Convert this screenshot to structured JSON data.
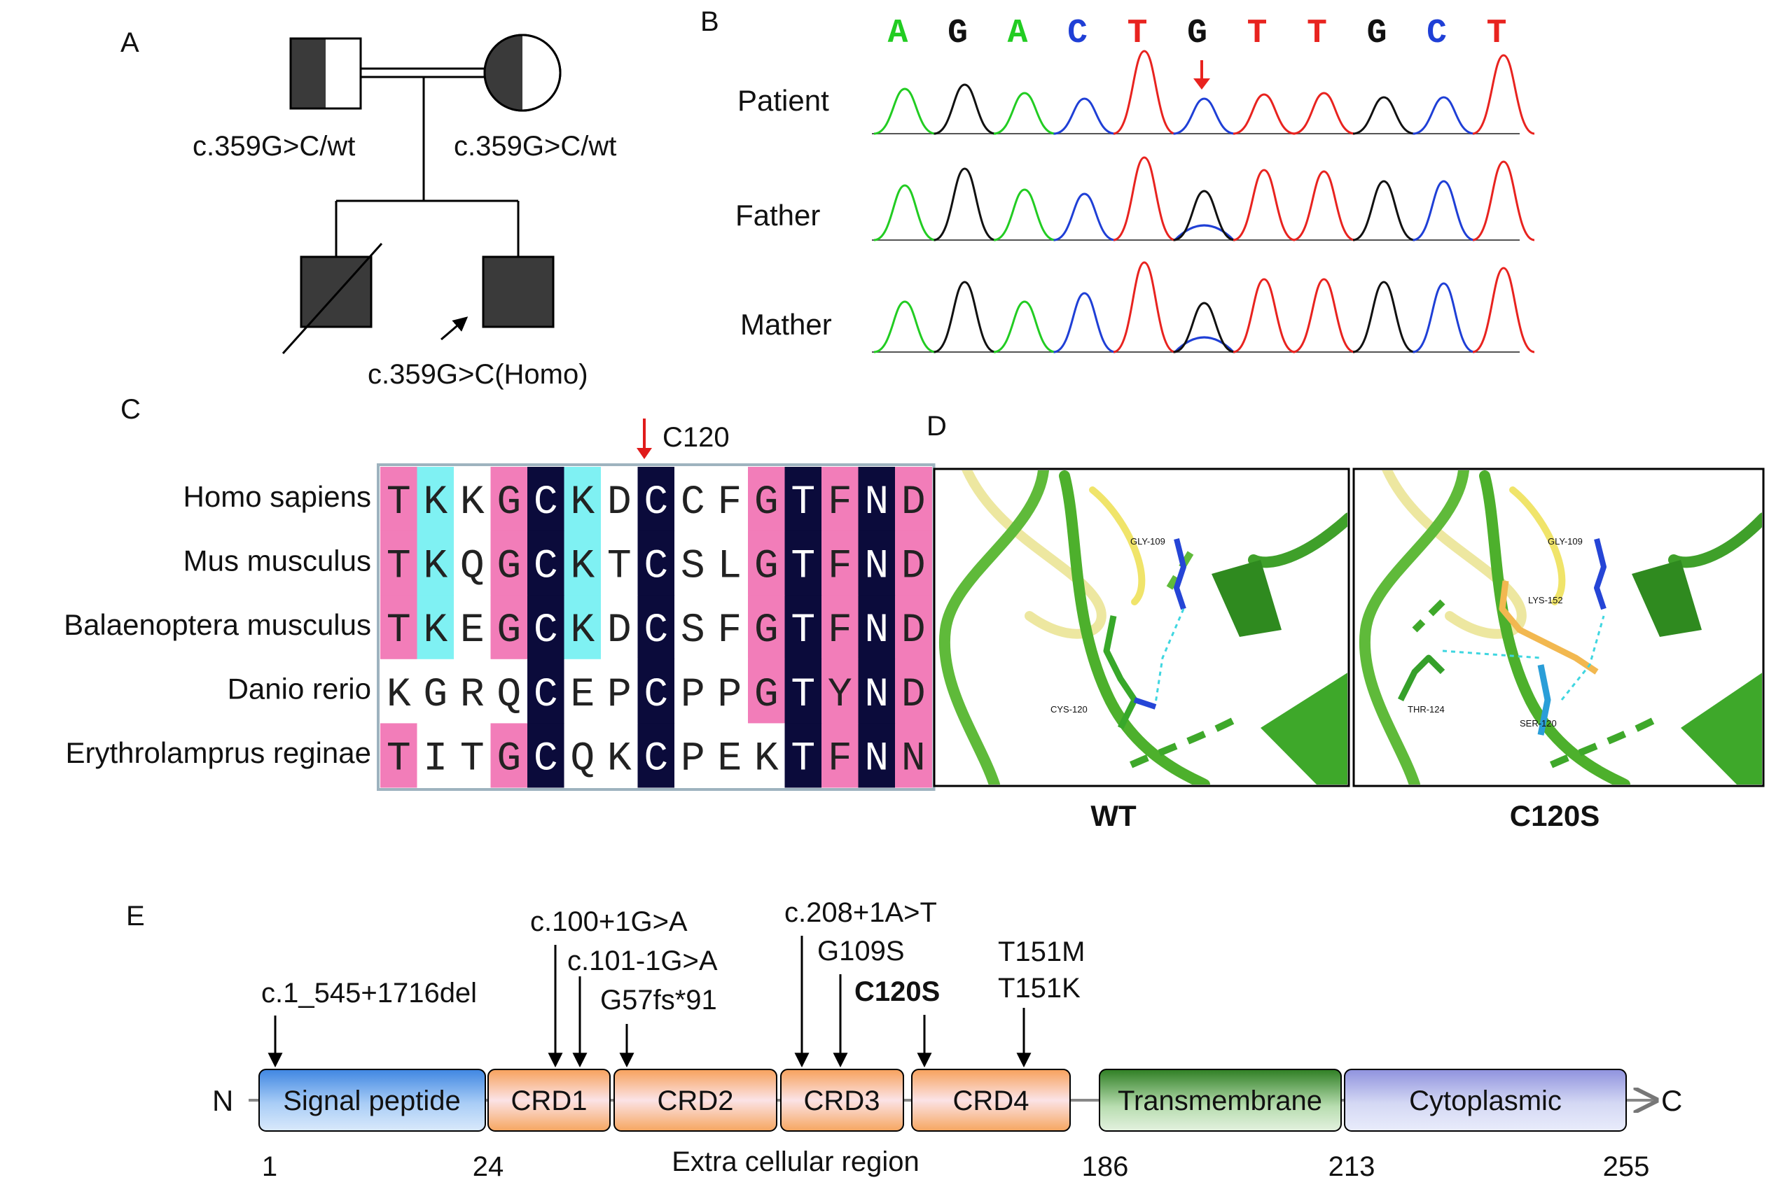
{
  "panel_labels": {
    "a": "A",
    "b": "B",
    "c": "C",
    "d": "D",
    "e": "E"
  },
  "pedigree": {
    "father_genotype": "c.359G>C/wt",
    "mother_genotype": "c.359G>C/wt",
    "proband_genotype": "c.359G>C(Homo)",
    "colors": {
      "filled": "#3a3a3a",
      "line": "#000000"
    }
  },
  "chromatogram": {
    "sequence": [
      {
        "base": "A",
        "color": "#22cc22"
      },
      {
        "base": "G",
        "color": "#111111"
      },
      {
        "base": "A",
        "color": "#22cc22"
      },
      {
        "base": "C",
        "color": "#1f3fd6"
      },
      {
        "base": "T",
        "color": "#e8231f"
      },
      {
        "base": "G",
        "color": "#111111"
      },
      {
        "base": "T",
        "color": "#e8231f"
      },
      {
        "base": "T",
        "color": "#e8231f"
      },
      {
        "base": "G",
        "color": "#111111"
      },
      {
        "base": "C",
        "color": "#1f3fd6"
      },
      {
        "base": "T",
        "color": "#e8231f"
      }
    ],
    "tracks": [
      {
        "label": "Patient",
        "variant": "homozygous"
      },
      {
        "label": "Father",
        "variant": "heterozygous"
      },
      {
        "label": "Mather",
        "variant": "heterozygous"
      }
    ],
    "arrow_color": "#e8231f"
  },
  "alignment": {
    "marker": "C120",
    "species": [
      {
        "name": "Homo sapiens",
        "seq": "TKKGCKDCCFGTFND"
      },
      {
        "name": "Mus musculus",
        "seq": "TKQGCKTCSLGTFND"
      },
      {
        "name": "Balaenoptera musculus",
        "seq": "TKEGCKDCSFGTFND"
      },
      {
        "name": "Danio rerio",
        "seq": "KGRQCEPCPPGTYND"
      },
      {
        "name": "Erythrolamprus reginae",
        "seq": "TITGCQKCPEKTFNN"
      }
    ],
    "column_colors": [
      "#f27db9",
      "#7ff1f3",
      "#ffffff",
      "#f27db9",
      "#0b0b3b",
      "#7ff1f3",
      "#ffffff",
      "#0b0b3b",
      "#ffffff",
      "#ffffff",
      "#f27db9",
      "#0b0b3b",
      "#f27db9",
      "#0b0b3b",
      "#f27db9"
    ],
    "colors": {
      "pink": "#f27db9",
      "cyan": "#7ff1f3",
      "navy": "#0b0b3b",
      "border": "#9eb3bf"
    }
  },
  "structure": {
    "wt_label": "WT",
    "mut_label": "C120S",
    "wt_residues": [
      "GLY-109",
      "CYS-120"
    ],
    "mut_residues": [
      "GLY-109",
      "LYS-152",
      "THR-124",
      "SER-120"
    ],
    "label_color": "#e01b1b"
  },
  "domain_map": {
    "n_label": "N",
    "c_label": "C",
    "domains": [
      {
        "name": "Signal peptide",
        "color": "#4a8fe0"
      },
      {
        "name": "CRD1",
        "color": "#f5a05a"
      },
      {
        "name": "CRD2",
        "color": "#f5a05a"
      },
      {
        "name": "CRD3",
        "color": "#f5a05a"
      },
      {
        "name": "CRD4",
        "color": "#f5a05a"
      },
      {
        "name": "Transmembrane",
        "color": "#3c8a2e"
      },
      {
        "name": "Cytoplasmic",
        "color": "#9c9ee0"
      }
    ],
    "positions": [
      "1",
      "24",
      "186",
      "213",
      "255"
    ],
    "region_label": "Extra cellular region",
    "variants": [
      "c.1_545+1716del",
      "c.100+1G>A",
      "c.101-1G>A",
      "G57fs*91",
      "c.208+1A>T",
      "G109S",
      "C120S",
      "T151M",
      "T151K"
    ],
    "highlight_variant": "C120S",
    "highlight_color": "#e01b1b"
  }
}
